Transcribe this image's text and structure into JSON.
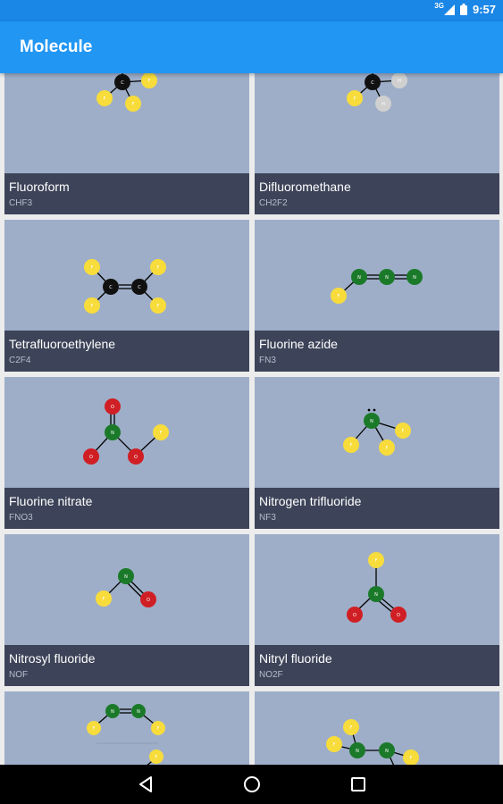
{
  "status": {
    "time": "9:57",
    "network": "3G"
  },
  "app": {
    "title": "Molecule"
  },
  "molecules": [
    {
      "name": "Fluoroform",
      "formula": "CHF3"
    },
    {
      "name": "Difluoromethane",
      "formula": "CH2F2"
    },
    {
      "name": "Tetrafluoroethylene",
      "formula": "C2F4"
    },
    {
      "name": "Fluorine azide",
      "formula": "FN3"
    },
    {
      "name": "Fluorine nitrate",
      "formula": "FNO3"
    },
    {
      "name": "Nitrogen trifluoride",
      "formula": "NF3"
    },
    {
      "name": "Nitrosyl fluoride",
      "formula": "NOF"
    },
    {
      "name": "Nitryl fluoride",
      "formula": "NO2F"
    },
    {
      "name": "",
      "formula": ""
    },
    {
      "name": "",
      "formula": ""
    }
  ],
  "atom_labels": {
    "C": "C",
    "F": "F",
    "H": "H",
    "N": "N",
    "O": "O"
  },
  "colors": {
    "primary": "#2196f3",
    "status_bar": "#1a86e6",
    "card_bg": "#9eaec8",
    "caption_bg": "#3d4459",
    "carbon": "#111111",
    "fluorine": "#f7dc3c",
    "hydrogen": "#d0d0d0",
    "nitrogen": "#1b7a2a",
    "oxygen": "#d01f24"
  }
}
